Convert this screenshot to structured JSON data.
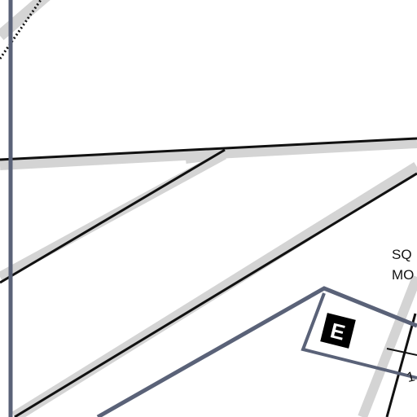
{
  "map": {
    "labels": {
      "label_line_1": "SQ",
      "label_line_2": "MO",
      "number_fragment": "1"
    },
    "marker": {
      "letter": "E",
      "icon": "letter-badge-icon"
    },
    "colors": {
      "background": "#ffffff",
      "road_casing": "#d4d4d4",
      "road_line": "#111111",
      "boundary": "#5a6278",
      "badge_fill": "#000000",
      "badge_text": "#ffffff"
    }
  }
}
